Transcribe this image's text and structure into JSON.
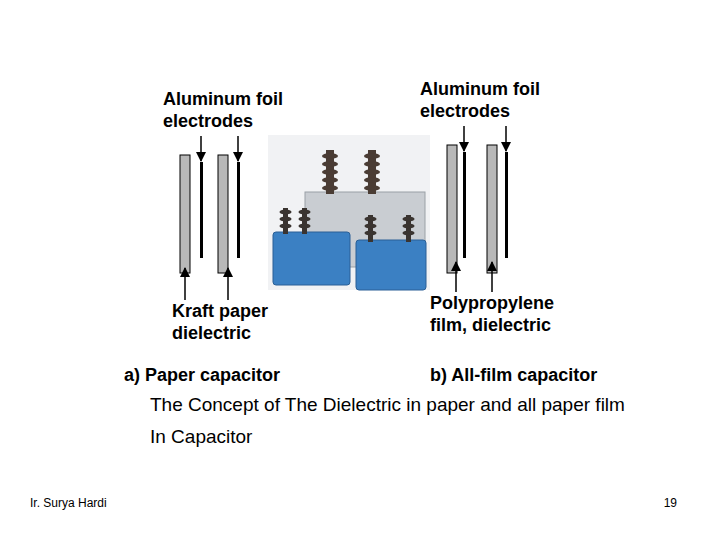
{
  "diagram": {
    "caption": "The Concept of The Dielectric in paper and all paper film In Capacitor",
    "labels": [
      "Aluminum foil electrodes",
      "Kraft paper dielectric",
      "a) Paper capacitor",
      "Aluminum foil electrodes",
      "Polypropylene film, dielectric",
      "b) All-film capacitor",
      "Ir. Surya Hardi",
      "19"
    ]
  }
}
